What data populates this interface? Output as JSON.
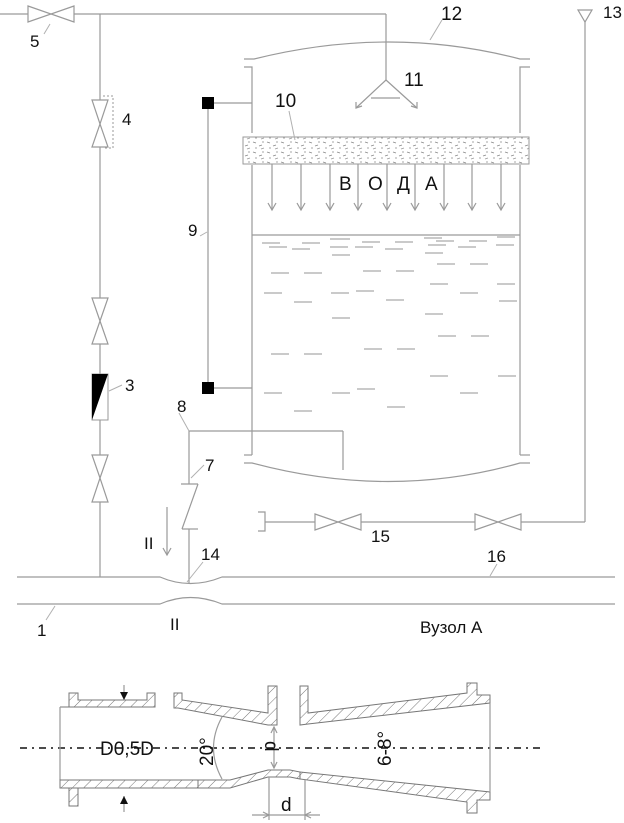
{
  "diagram": {
    "title": "Вузол А",
    "water_label": [
      "В",
      "О",
      "Д",
      "А"
    ],
    "labels": {
      "pipe_main": "1",
      "flowmeter": "3",
      "valve_group": "4",
      "valve_top": "5",
      "check_valve": "7",
      "overflow_pipe": "8",
      "level_gauge": "9",
      "filter_layer": "10",
      "sprinkler": "11",
      "tank_lid": "12",
      "vent": "13",
      "venturi_node": "14",
      "drain_line": "15",
      "pipe_upper": "16"
    },
    "section_marks": [
      "II",
      "II"
    ],
    "nozzle_dims": {
      "inlet_ratio": "D0,5D",
      "angle": "20°",
      "throat": "d",
      "throat_length": "d",
      "diffuser_angle": "6-8°"
    },
    "colors": {
      "line": "#9a9a9a",
      "text": "#111111",
      "fill_dark": "#000000"
    }
  }
}
